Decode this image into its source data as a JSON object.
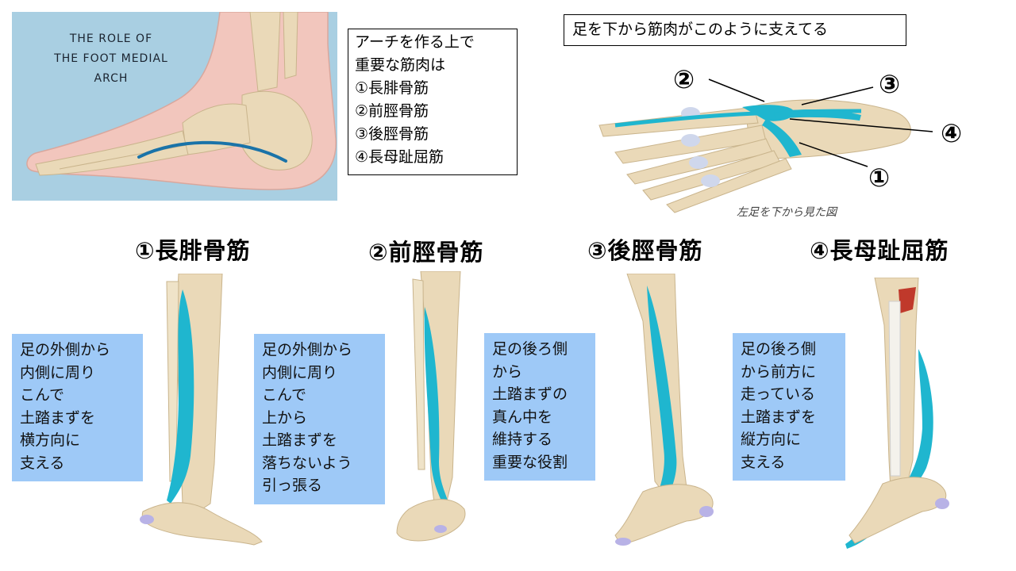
{
  "arch_illustration": {
    "title_lines": [
      "THE ROLE OF",
      "THE FOOT MEDIAL",
      "ARCH"
    ]
  },
  "muscles_box": {
    "lines": [
      "アーチを作る上で",
      "重要な筋肉は",
      "①長腓骨筋",
      "②前脛骨筋",
      "③後脛骨筋",
      "④長母趾屈筋"
    ]
  },
  "support_caption": "足を下から筋肉がこのように支えてる",
  "foot_diagram": {
    "numbers": [
      "②",
      "③",
      "④",
      "①"
    ],
    "caption": "左足を下から見た図"
  },
  "muscles": [
    {
      "title": "①長腓骨筋",
      "note_lines": [
        "足の外側から",
        "内側に周り",
        "こんで",
        "土踏まずを",
        "横方向に",
        "支える"
      ]
    },
    {
      "title": "②前脛骨筋",
      "note_lines": [
        "足の外側から",
        "内側に周り",
        "こんで",
        "上から",
        "土踏まずを",
        "落ちないよう",
        "引っ張る"
      ]
    },
    {
      "title": "③後脛骨筋",
      "note_lines": [
        "足の後ろ側",
        "から",
        "土踏まずの",
        "真ん中を",
        "維持する",
        "重要な役割"
      ]
    },
    {
      "title": "④長母趾屈筋",
      "note_lines": [
        "足の後ろ側",
        "から前方に",
        "走っている",
        "土踏まずを",
        "縦方向に",
        "支える"
      ]
    }
  ],
  "colors": {
    "muscle_highlight": "#1fb6cf",
    "note_background": "#9ec9f7",
    "arch_background": "#a9cfe2",
    "bone": "#ead9b8"
  }
}
